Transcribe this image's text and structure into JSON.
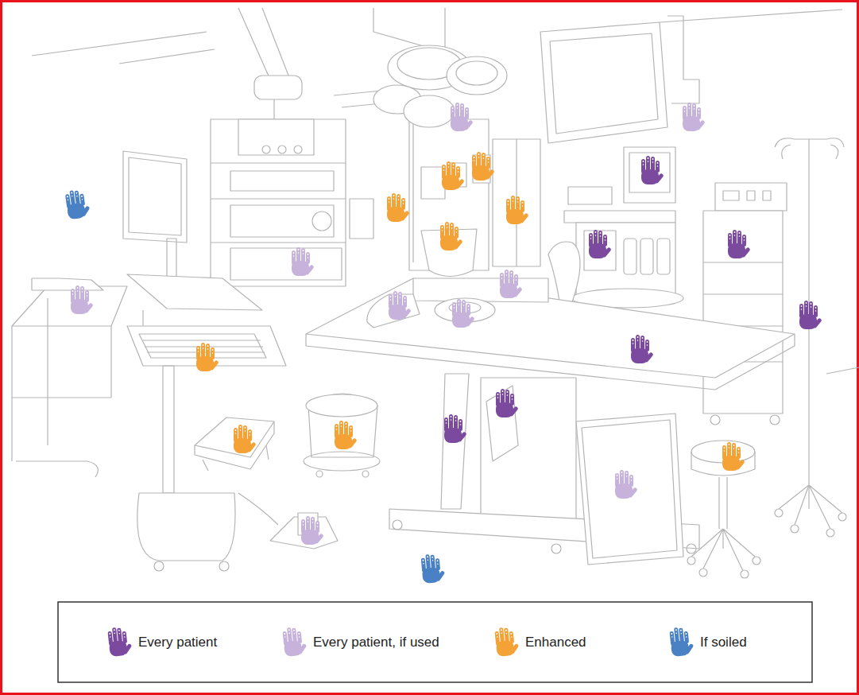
{
  "diagram": {
    "legend": [
      {
        "text": "Every patient",
        "color": "#7b4a9e"
      },
      {
        "text": "Every patient, if used",
        "color": "#c6b2da"
      },
      {
        "text": "Enhanced",
        "color": "#f4a236"
      },
      {
        "text": "If soiled",
        "color": "#4a80c4"
      }
    ]
  }
}
